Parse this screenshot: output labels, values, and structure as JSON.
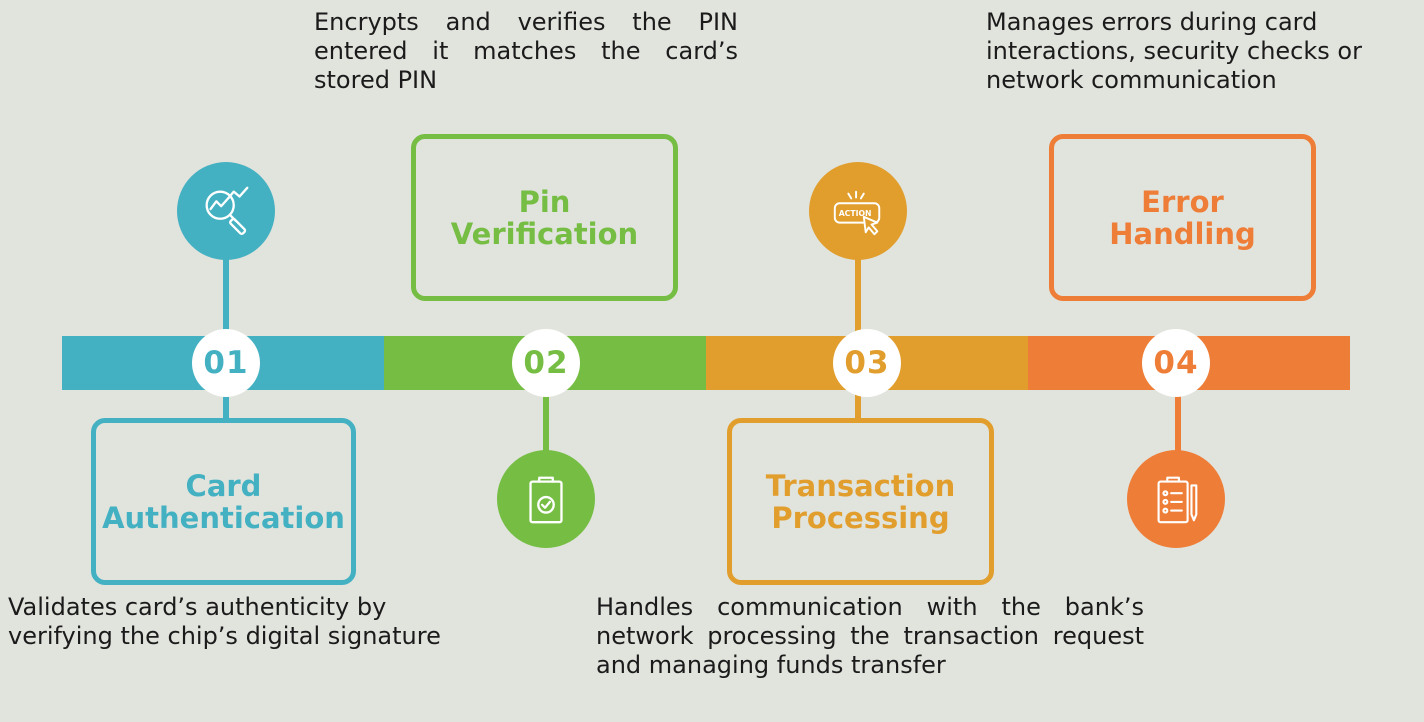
{
  "colors": {
    "background": "#e1e3dd",
    "step1": "#44b1c2",
    "step2": "#75bd43",
    "step3": "#e19e2d",
    "step4": "#ee7d37"
  },
  "steps": [
    {
      "number": "01",
      "title": "Card\nAuthentication",
      "description": "Validates card’s authenticity by verifying the chip’s digital signature",
      "icon": "magnifier-chart-icon"
    },
    {
      "number": "02",
      "title": "Pin\nVerification",
      "description": "Encrypts and verifies the PIN entered it matches the card’s stored PIN",
      "icon": "clipboard-check-icon"
    },
    {
      "number": "03",
      "title": "Transaction\nProcessing",
      "description": "Handles communication with the bank’s network processing the transaction request and managing funds transfer",
      "icon": "action-click-icon",
      "icon_text": "ACTION"
    },
    {
      "number": "04",
      "title": "Error\nHandling",
      "description": "Manages errors during card interactions, security checks or network communication",
      "icon": "clipboard-checklist-icon"
    }
  ]
}
